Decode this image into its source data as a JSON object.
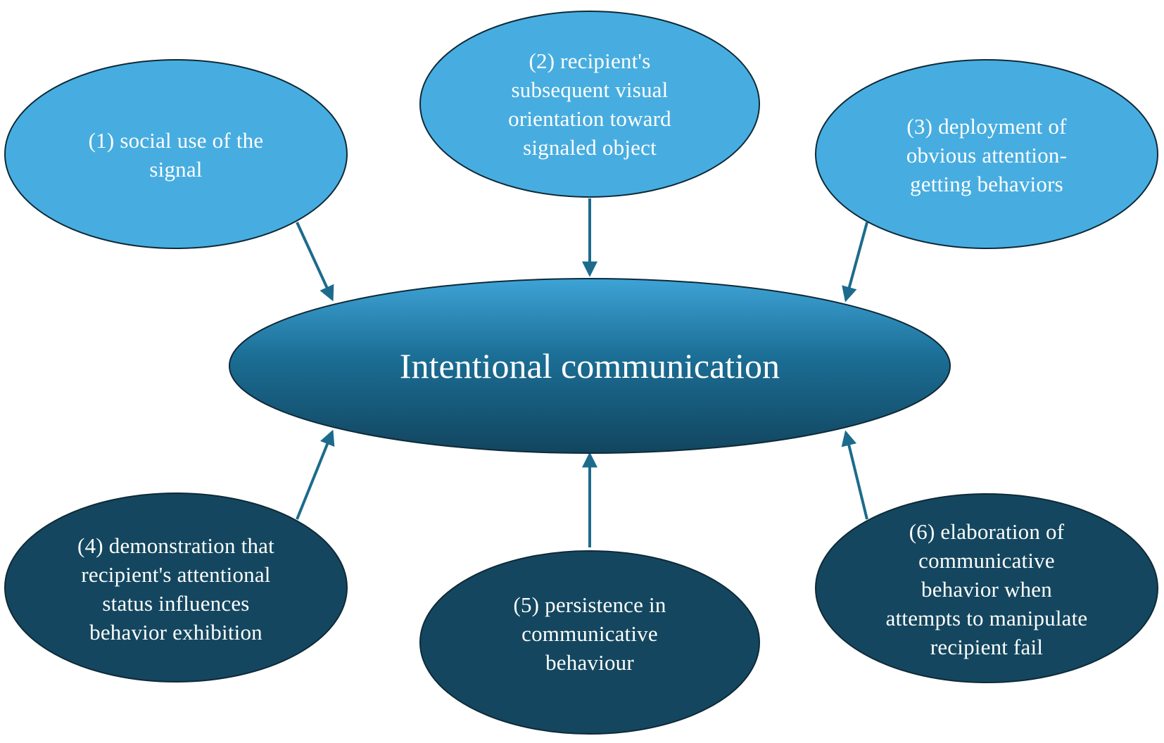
{
  "center": {
    "label": "Intentional communication"
  },
  "nodes": [
    {
      "id": "1",
      "lines": [
        "(1) social use of the",
        "signal"
      ]
    },
    {
      "id": "2",
      "lines": [
        "(2) recipient's",
        "subsequent visual",
        "orientation toward",
        "signaled object"
      ]
    },
    {
      "id": "3",
      "lines": [
        "(3) deployment of",
        "obvious attention-",
        "getting behaviors"
      ]
    },
    {
      "id": "4",
      "lines": [
        "(4) demonstration that",
        "recipient's attentional",
        "status influences",
        "behavior exhibition"
      ]
    },
    {
      "id": "5",
      "lines": [
        "(5) persistence in",
        "communicative",
        "behaviour"
      ]
    },
    {
      "id": "6",
      "lines": [
        "(6) elaboration of",
        "communicative",
        "behavior when",
        "attempts to manipulate",
        "recipient fail"
      ]
    }
  ],
  "colors": {
    "top_node_fill": "#47ade0",
    "bottom_node_fill": "#14475f",
    "center_fill_top": "#3ea3d6",
    "center_fill_bottom": "#12455f",
    "outline": "#0e2a38",
    "arrow": "#1d6b8c"
  }
}
